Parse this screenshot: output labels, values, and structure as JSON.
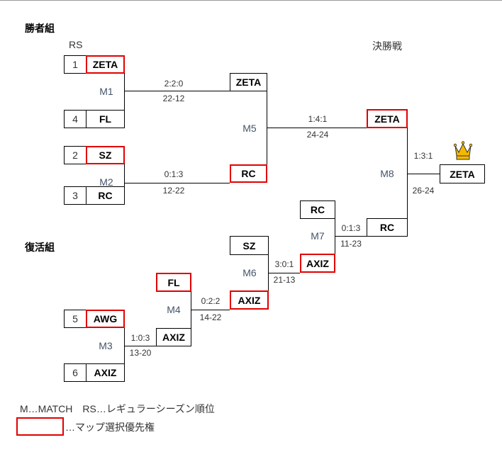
{
  "headings": {
    "winners": "勝者組",
    "losers": "復活組",
    "final": "決勝戦",
    "rs": "RS"
  },
  "seeds": [
    {
      "rank": "1",
      "team": "ZETA",
      "priority": true
    },
    {
      "rank": "4",
      "team": "FL",
      "priority": false
    },
    {
      "rank": "2",
      "team": "SZ",
      "priority": true
    },
    {
      "rank": "3",
      "team": "RC",
      "priority": false
    },
    {
      "rank": "5",
      "team": "AWG",
      "priority": true
    },
    {
      "rank": "6",
      "team": "AXIZ",
      "priority": false
    }
  ],
  "matches": {
    "m1": {
      "label": "M1",
      "maps": "2:2:0",
      "score": "22-12"
    },
    "m2": {
      "label": "M2",
      "maps": "0:1:3",
      "score": "12-22"
    },
    "m3": {
      "label": "M3",
      "maps": "1:0:3",
      "score": "13-20"
    },
    "m4": {
      "label": "M4",
      "maps": "0:2:2",
      "score": "14-22",
      "top": "FL",
      "bottom": "AXIZ"
    },
    "m5": {
      "label": "M5",
      "maps": "1:4:1",
      "score": "24-24",
      "top": "ZETA",
      "bottom": "RC"
    },
    "m6": {
      "label": "M6",
      "maps": "3:0:1",
      "score": "21-13",
      "top": "SZ",
      "bottom": "AXIZ"
    },
    "m7": {
      "label": "M7",
      "maps": "0:1:3",
      "score": "11-23",
      "top": "RC",
      "bottom": "AXIZ"
    },
    "m8": {
      "label": "M8",
      "maps": "1:3:1",
      "score": "26-24",
      "top": "ZETA",
      "bottom": "RC"
    }
  },
  "champion": "ZETA",
  "colors": {
    "priority": "#e00000",
    "match_label": "#44546a",
    "crown": "#f5b800"
  },
  "legend": {
    "line1": "M…MATCH　RS…レギュラーシーズン順位",
    "line2": "…マップ選択優先権"
  }
}
